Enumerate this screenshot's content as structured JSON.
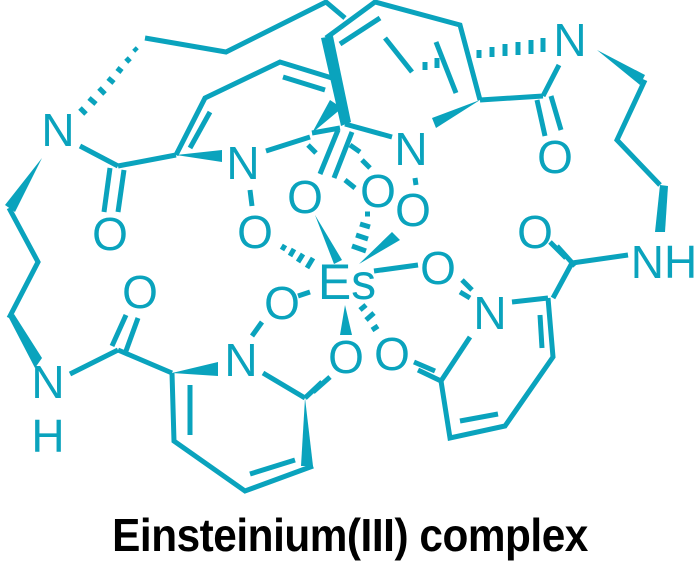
{
  "diagram": {
    "title": "Einsteinium(III) complex",
    "type": "chemical-structure",
    "color": "#0aa3bd",
    "caption_color": "#000000",
    "metal_center": "Es",
    "atoms": {
      "es": "Es",
      "n_amide_top_left": "N",
      "n_amide_top_right": "N",
      "nh_right": "NH",
      "n_amide_bottom_left": "N",
      "h_bottom_left": "H",
      "n_ring_left": "N",
      "n_ring_top_center": "N",
      "n_ring_bottom_left": "N",
      "n_ring_bottom_right": "N",
      "o_amide_left_upper": "O",
      "o_amide_left_lower": "O",
      "o_amide_top_right": "O",
      "o_amide_right_lower": "O",
      "o_noxide_left": "O",
      "o_carbonyl_center_left": "O",
      "o_carbonyl_center_right": "O",
      "o_noxide_top_center": "O",
      "o_noxide_right": "O",
      "o_noxide_bottom_left": "O",
      "o_carbonyl_bottom_center": "O",
      "o_carbonyl_bottom_right": "O"
    }
  }
}
